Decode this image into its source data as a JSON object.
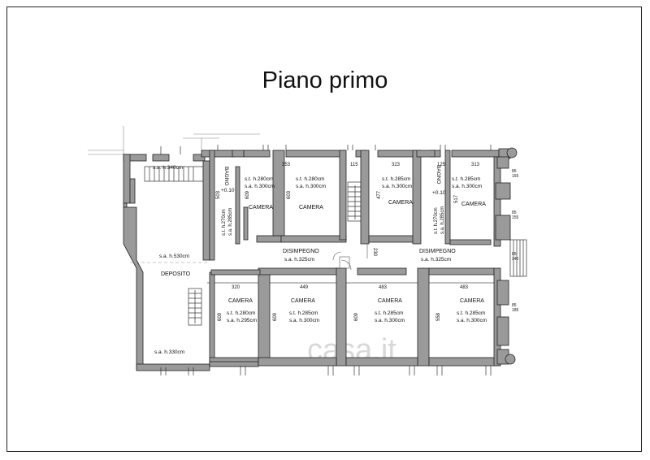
{
  "title": "Piano primo",
  "watermark": "casa.it",
  "rooms": {
    "deposito": {
      "name": "DEPOSITO",
      "h1": "s.a. h.530cm",
      "h2": "s.a. h.330cm",
      "h3": "s.a. h.340cm"
    },
    "bagno1": {
      "name": "BAGNO",
      "level": "+0.10",
      "st": "s.t. h.270cm",
      "sa": "s.a. h.285cm",
      "dim": "503"
    },
    "camera_t1": {
      "name": "CAMERA",
      "st": "s.t. h.280cm",
      "sa": "s.a. h.300cm",
      "dim": "609"
    },
    "camera_t2": {
      "name": "CAMERA",
      "st": "s.t. h.280cm",
      "sa": "s.a. h.300cm",
      "dim": "603"
    },
    "camera_t3": {
      "name": "CAMERA",
      "st": "s.t. h.285cm",
      "sa": "s.a. h.300cm",
      "dim": "477"
    },
    "bagno2": {
      "name": "BAGNO",
      "level": "+0.10",
      "st": "s.t. h.270cm",
      "sa": "s.a. h.285cm"
    },
    "camera_t4": {
      "name": "CAMERA",
      "st": "s.t. h.285cm",
      "sa": "s.a. h.300cm",
      "dim": "517"
    },
    "disimpegno1": {
      "name": "DISIMPEGNO",
      "sa": "s.a. h.325cm"
    },
    "disimpegno2": {
      "name": "DISIMPEGNO",
      "sa": "s.a. h.325cm"
    },
    "camera_b1": {
      "name": "CAMERA",
      "st": "s.t. h.280cm",
      "sa": "s.a. h.295cm",
      "dim_w": "320",
      "dim_h": "609"
    },
    "camera_b2": {
      "name": "CAMERA",
      "st": "s.t. h.285cm",
      "sa": "s.a. h.300cm",
      "dim_w": "449",
      "dim_h": "609"
    },
    "camera_b3": {
      "name": "CAMERA",
      "st": "s.t. h.285cm",
      "sa": "s.a. h.300cm",
      "dim_w": "483",
      "dim_h": "609"
    },
    "camera_b4": {
      "name": "CAMERA",
      "st": "s.t. h.285cm",
      "sa": "s.a. h.300cm",
      "dim_w": "483",
      "dim_h": "558"
    }
  },
  "dimensions": {
    "top_353": "353",
    "top_115": "115",
    "top_323": "323",
    "top_125": "125",
    "top_313": "313",
    "corridor_230": "230",
    "right_1a": "85",
    "right_1b": "155",
    "right_2a": "85",
    "right_2b": "155",
    "right_3a": "85",
    "right_3b": "240",
    "right_4a": "85",
    "right_4b": "185"
  }
}
